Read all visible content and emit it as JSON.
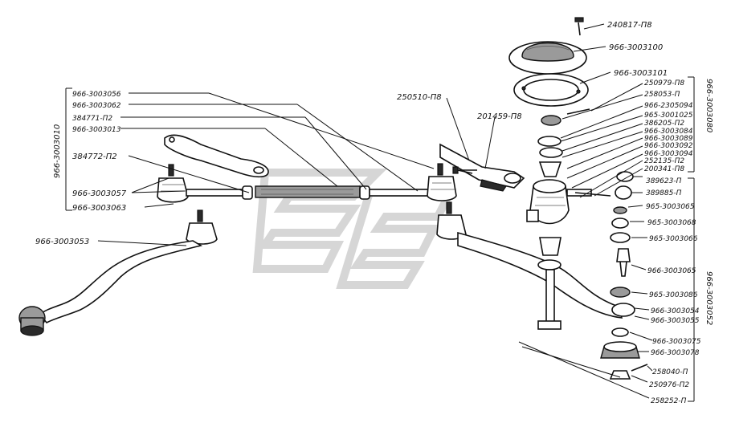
{
  "labels": {
    "top_bolt": "240817-П8",
    "dust_cover": "966-3003100",
    "cover_gasket": "966-3003101",
    "p250979": "250979-П8",
    "p258053": "258053-П",
    "p966_2305094": "966-2305094",
    "p965_3001025": "965-3001025",
    "p386205": "386205-П2",
    "p966_3003084": "966-3003084",
    "p966_3003089": "966-3003089",
    "p966_3003092": "966-3003092",
    "p966_3003094": "966-3003094",
    "p252135": "252135-П2",
    "p200341": "200341-П8",
    "p389623": "389623-П",
    "p389885": "389885-П",
    "p965_3003065": "965-3003065",
    "p965_3003068": "965-3003068",
    "p965_3003066": "965-3003066",
    "p966_3003065": "966-3003065",
    "p965_3003086": "965-3003086",
    "p966_3003054": "966-3003054",
    "p966_3003055": "966-3003055",
    "p966_3003075": "966-3003075",
    "p966_3003078": "966-3003078",
    "p258040": "258040-П",
    "p250976": "250976-П2",
    "p258252": "258252-П",
    "p250510": "250510-П8",
    "p201459": "201459-П8",
    "p966_3003056": "966-3003056",
    "p966_3003062": "966-3003062",
    "p384771": "384771-П2",
    "p966_3003013": "966-3003013",
    "p384772": "384772-П2",
    "p966_3003057": "966-3003057",
    "p966_3003063": "966-3003063",
    "p966_3003053": "966-3003053"
  },
  "vertical_labels": {
    "left_group": "966-3003010",
    "right_upper_group": "966-3003080",
    "right_lower_group": "966-3003052"
  }
}
